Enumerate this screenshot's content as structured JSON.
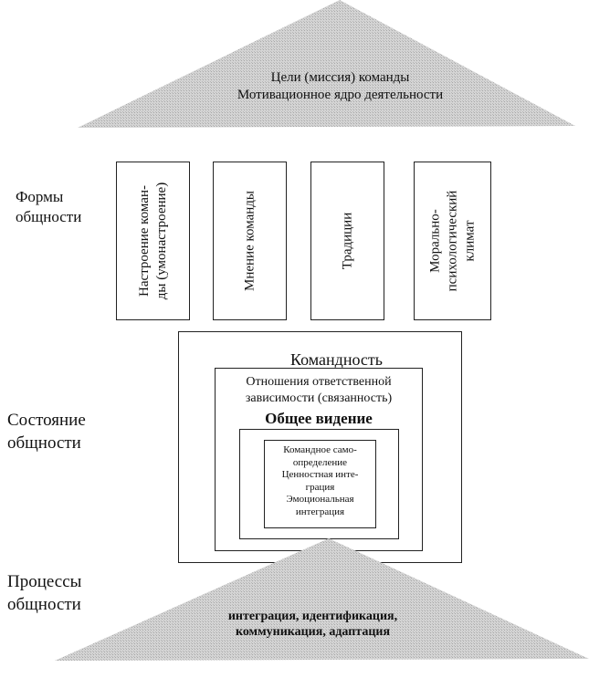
{
  "roof": {
    "line1": "Цели (миссия) команды",
    "line2": "Мотивационное ядро деятельности"
  },
  "forms": {
    "label_line1": "Формы",
    "label_line2": "общности",
    "columns": [
      {
        "line1": "Настроение коман-",
        "line2": "ды (умонастроение)"
      },
      {
        "line1": "Мнение команды",
        "line2": ""
      },
      {
        "line1": "Традиции",
        "line2": ""
      },
      {
        "line1": "Морально-",
        "line2": "психологический",
        "line3": "климат"
      }
    ]
  },
  "state": {
    "label_line1": "Состояние",
    "label_line2": "общности",
    "outer": "Командность",
    "middle_line1": "Отношения ответственной",
    "middle_line2": "зависимости (связанность)",
    "vision": "Общее видение",
    "inner": [
      "Командное само-",
      "определение",
      "Ценностная инте-",
      "грация",
      "Эмоциональная",
      "интеграция"
    ]
  },
  "processes": {
    "label_line1": "Процессы",
    "label_line2": "общности",
    "line1": "интеграция, идентификация,",
    "line2": "коммуникация, адаптация"
  },
  "colors": {
    "triangle": "#c8c8c8",
    "border": "#222222"
  }
}
